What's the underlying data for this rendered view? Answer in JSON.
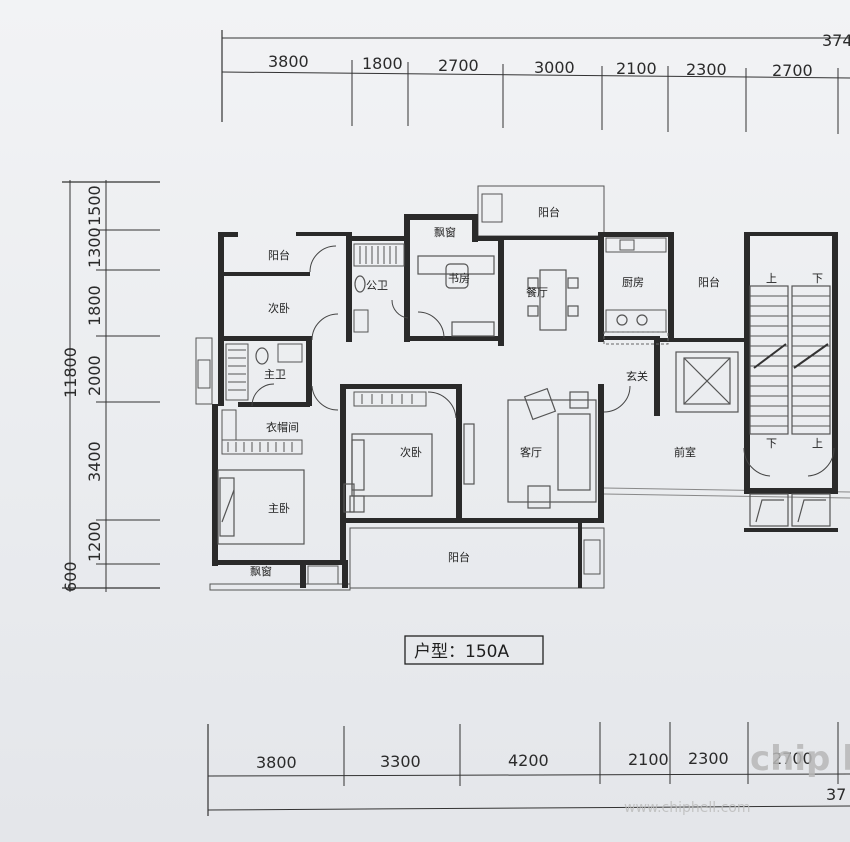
{
  "top_dims": {
    "total": "374",
    "segments": [
      "3800",
      "1800",
      "2700",
      "3000",
      "2100",
      "2300",
      "2700"
    ]
  },
  "left_dims": {
    "total": "11800",
    "segments": [
      "1500",
      "1300",
      "1800",
      "2000",
      "3400",
      "1200",
      "600"
    ]
  },
  "bottom_dims": {
    "total": "37",
    "segments": [
      "3800",
      "3300",
      "4200",
      "2100",
      "2300",
      "2700"
    ]
  },
  "rooms": {
    "balcony_top_left": "阳台",
    "secondary_bedroom_1": "次卧",
    "public_bathroom": "公卫",
    "bay_window_study": "飘窗",
    "study": "书房",
    "balcony_top_center": "阳台",
    "dining": "餐厅",
    "kitchen": "厨房",
    "balcony_kitchen": "阳台",
    "master_bathroom": "主卫",
    "cloakroom": "衣帽间",
    "secondary_bedroom_2": "次卧",
    "living": "客厅",
    "entrance": "玄关",
    "lobby": "前室",
    "master_bedroom": "主卧",
    "bay_window_master": "飘窗",
    "balcony_bottom": "阳台",
    "stair_up_1": "上",
    "stair_down_1": "下",
    "stair_down_2": "下",
    "stair_up_2": "上"
  },
  "unit_label": "户型：150A",
  "watermark": {
    "logo": "chip hell",
    "url": "www.chiphell.com"
  }
}
